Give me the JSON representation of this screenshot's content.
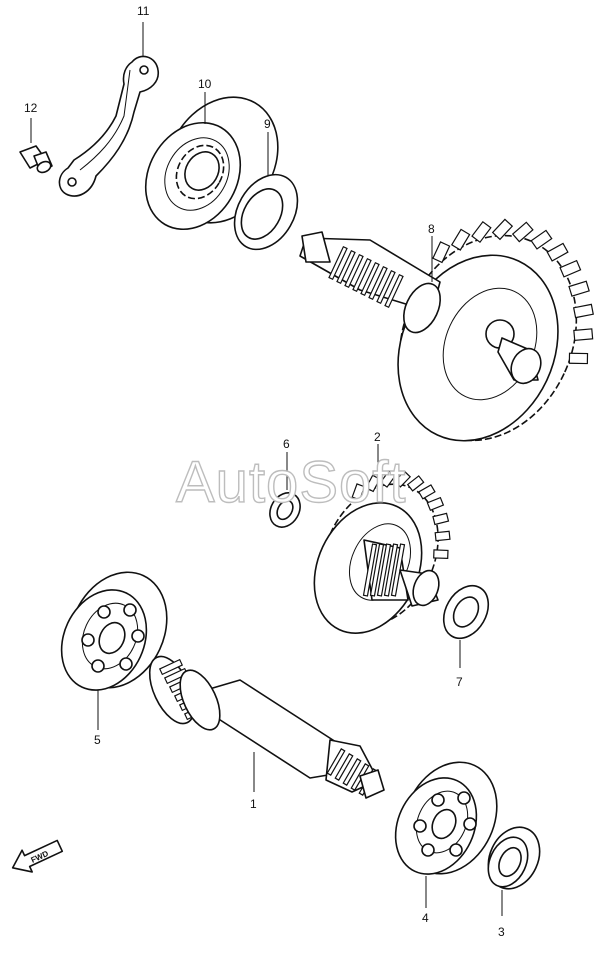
{
  "diagram": {
    "watermark": "AutoSoft",
    "fwd_label": "FWD",
    "callouts": [
      "1",
      "2",
      "3",
      "4",
      "5",
      "6",
      "7",
      "8",
      "9",
      "10",
      "11",
      "12"
    ]
  }
}
